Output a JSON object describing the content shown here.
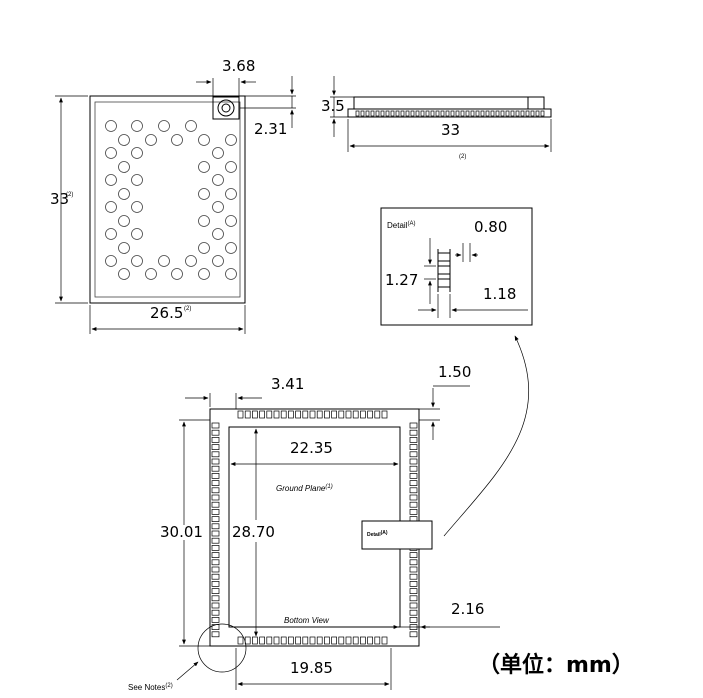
{
  "top_view": {
    "dim_connector_width": "3.68",
    "dim_connector_offset": "2.31",
    "dim_height": "33",
    "dim_height_note": "(2)",
    "dim_width": "26.5",
    "dim_width_note": "(2)"
  },
  "side_view": {
    "dim_thickness": "3.5",
    "dim_length": "33",
    "dim_length_note": "(2)"
  },
  "detail": {
    "title": "Detail",
    "title_note": "(A)",
    "dim_pad_width": "0.80",
    "dim_pitch": "1.27",
    "dim_pad_length": "1.18"
  },
  "bottom_view": {
    "dim_edge_offset": "3.41",
    "dim_pad_margin": "1.50",
    "dim_ground_width": "22.35",
    "dim_overall_height": "30.01",
    "dim_ground_height": "28.70",
    "dim_right_offset": "2.16",
    "dim_bottom_width": "19.85",
    "label_ground_plane": "Ground Plane",
    "label_ground_plane_note": "(1)",
    "label_bottom_view": "Bottom View",
    "label_detail": "Detail",
    "label_detail_note": "(A)",
    "label_see_notes": "See Notes",
    "label_see_notes_note": "(2)"
  },
  "unit_label": "（单位：mm）"
}
